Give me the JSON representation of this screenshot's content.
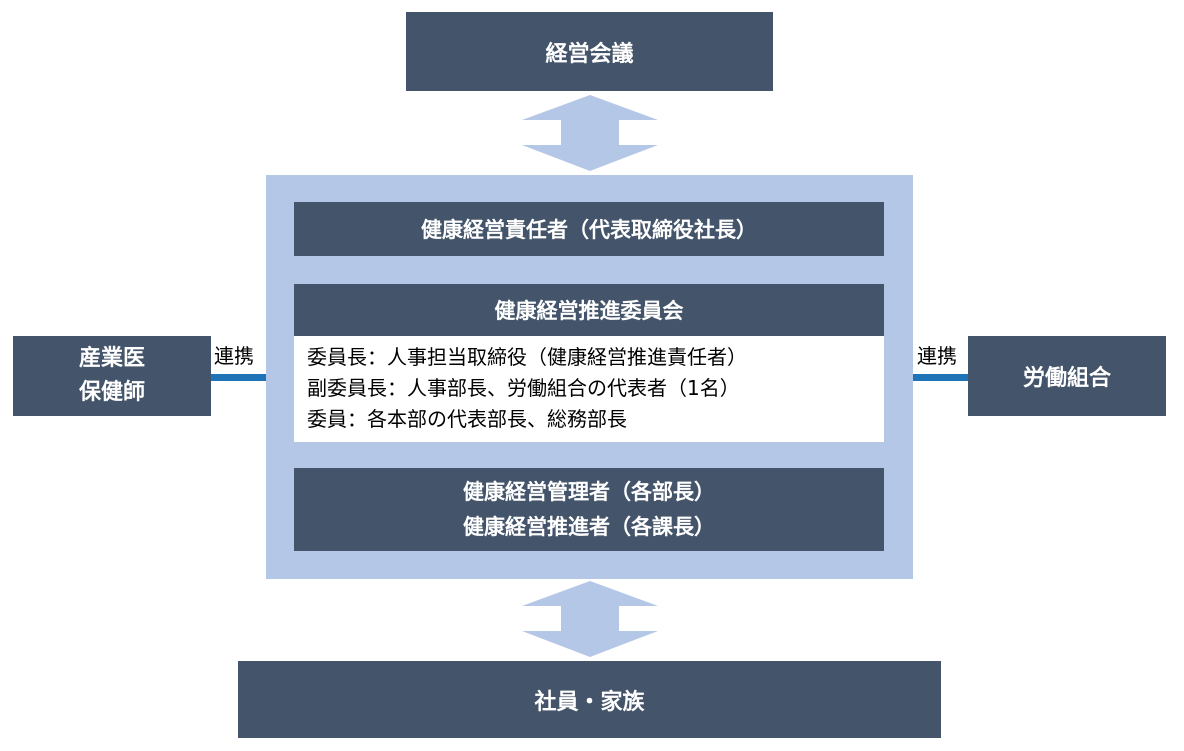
{
  "colors": {
    "dark_box": "#44546a",
    "panel": "#b4c7e7",
    "arrow": "#b4c7e7",
    "link_line": "#1f73b7"
  },
  "top": {
    "label": "経営会議"
  },
  "bottom": {
    "label": "社員・家族"
  },
  "left": {
    "line1": "産業医",
    "line2": "保健師",
    "link_label": "連携"
  },
  "right": {
    "label": "労働組合",
    "link_label": "連携"
  },
  "center": {
    "responsible": "健康経営責任者（代表取締役社長）",
    "committee": {
      "title": "健康経営推進委員会",
      "members": [
        "委員長：人事担当取締役（健康経営推進責任者）",
        "副委員長：人事部長、労働組合の代表者（1名）",
        "委員：各本部の代表部長、総務部長"
      ]
    },
    "managers": {
      "line1": "健康経営管理者（各部長）",
      "line2": "健康経営推進者（各課長）"
    }
  }
}
